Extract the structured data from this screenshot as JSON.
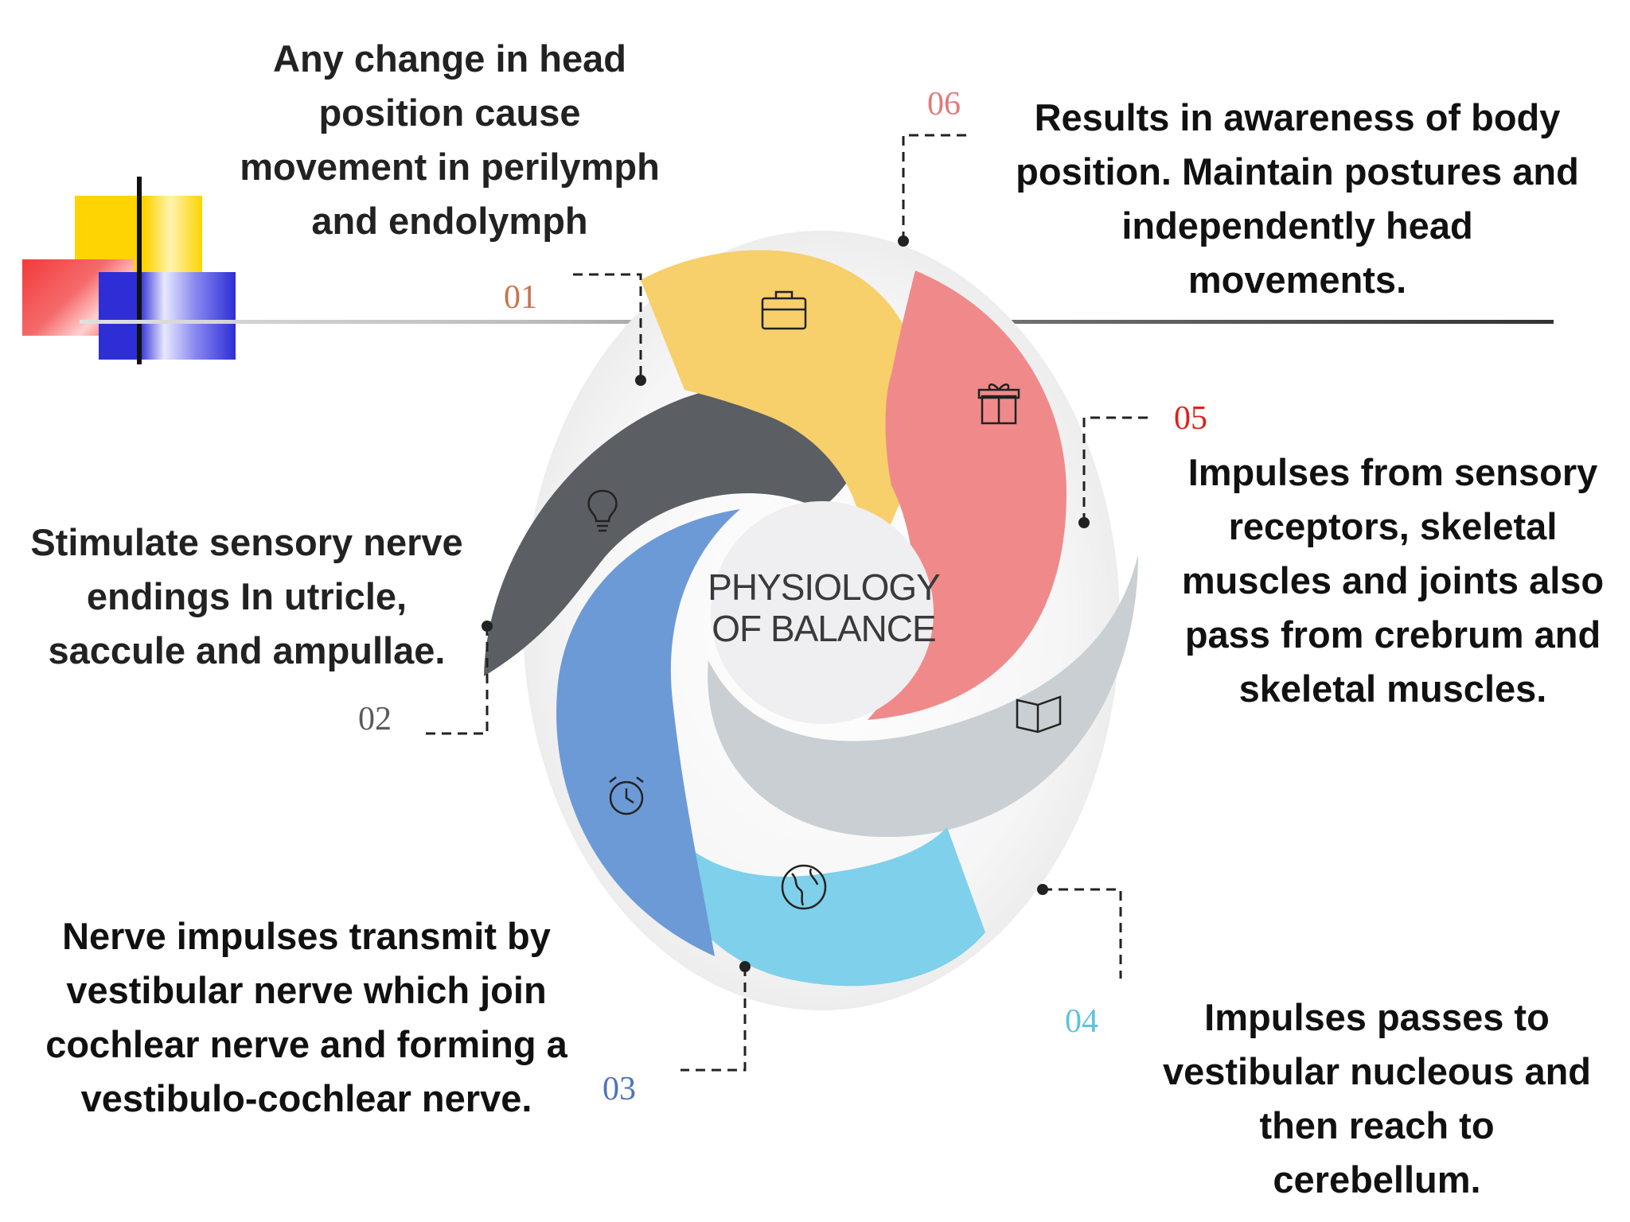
{
  "center_label": {
    "line1": "PHYSIOLOGY",
    "line2": "OF BALANCE"
  },
  "steps": [
    {
      "number": "01",
      "color": "#C8734A",
      "icon": "briefcase-icon",
      "lines": [
        "Any change in head",
        "position cause",
        "movement in perilymph",
        "and endolymph"
      ]
    },
    {
      "number": "02",
      "color": "#5A5A5A",
      "icon": "lightbulb-icon",
      "lines": [
        "Stimulate sensory nerve",
        "endings In utricle,",
        "saccule and ampullae."
      ]
    },
    {
      "number": "03",
      "color": "#4E74B8",
      "icon": "alarm-clock-icon",
      "lines": [
        "Nerve impulses transmit by",
        "vestibular nerve which join",
        "cochlear nerve and forming a",
        "vestibulo-cochlear nerve."
      ]
    },
    {
      "number": "04",
      "color": "#5CC4DE",
      "icon": "globe-icon",
      "lines": [
        "Impulses passes to",
        "vestibular nucleous and",
        "then reach to",
        "cerebellum."
      ]
    },
    {
      "number": "05",
      "color": "#E0201A",
      "icon": "open-book-icon",
      "lines": [
        "Impulses from sensory",
        "receptors, skeletal",
        "muscles and joints also",
        "pass from crebrum and",
        "skeletal muscles."
      ]
    },
    {
      "number": "06",
      "color": "#E07B7B",
      "icon": "gift-box-icon",
      "lines": [
        "Results in awareness of body",
        "position. Maintain postures and",
        "independently head",
        "movements."
      ]
    }
  ],
  "palette": {
    "yellow": "#F7CF6B",
    "dark_gray": "#5B5E63",
    "blue": "#6C9AD6",
    "light_blue": "#7FD0EA",
    "silver": "#C9CFD2",
    "coral": "#F08A8A",
    "deco_yellow": "#FFD400",
    "deco_red": "#F23A3A",
    "deco_blue": "#2E2ED6"
  }
}
